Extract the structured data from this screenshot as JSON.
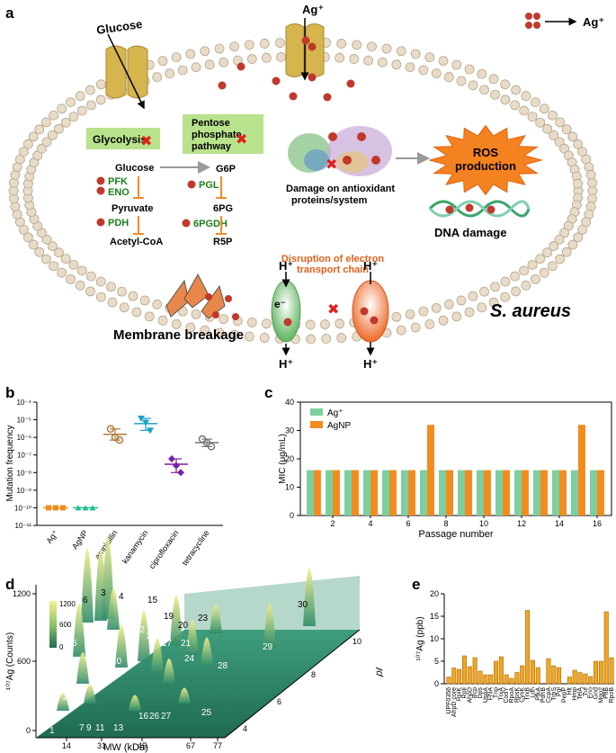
{
  "colors": {
    "membrane_head": "#e8dcc9",
    "membrane_stroke": "#b7a58c",
    "green_box": "#b9e28c",
    "green_text": "#1a7f1a",
    "orange": "#f28c28",
    "ag_red": "#c0392b",
    "ag_green": "#7bcfa0",
    "ag_orange": "#f28c1e",
    "panel_d_surface": "#2e8b6a",
    "panel_e_bar": "#f5a51f",
    "ampicillin": "#b07a3a",
    "kanamycin": "#1aa3c8",
    "ciprofloxacin": "#7a1fa2",
    "tetracycline": "#777777"
  },
  "panel_a": {
    "letter": "a",
    "glucose_label": "Glucose",
    "ag_label": "Ag⁺",
    "legend_ag": "Ag⁺",
    "glycolysis": "Glycolysis",
    "pentose": [
      "Pentose",
      "phosphate",
      "pathway"
    ],
    "glucose_node": "Glucose",
    "g6p": "G6P",
    "pfk": "PFK",
    "eno": "ENO",
    "pyruvate": "Pyruvate",
    "pdh": "PDH",
    "acetyl": "Acetyl-CoA",
    "pgl": "PGL",
    "sixpg": "6PG",
    "sixpgdh": "6PGDH",
    "r5p": "R5P",
    "damage": [
      "Damage on antioxidant",
      "proteins/system"
    ],
    "ros": [
      "ROS",
      "production"
    ],
    "dna": "DNA damage",
    "disruption": [
      "Disruption of electron",
      "transport chain"
    ],
    "hplus": "H⁺",
    "eminus": "e⁻",
    "membrane_breakage": "Membrane breakage",
    "organism": "S. aureus",
    "icons": [
      "transporter-icon",
      "protein-icon",
      "dna-icon",
      "red-x-icon",
      "shard-icon",
      "channel-icon"
    ]
  },
  "panel_b": {
    "letter": "b",
    "ylabel": "Mutation frequency",
    "yticks": [
      "10⁻⁴",
      "10⁻⁵",
      "10⁻⁶",
      "10⁻⁷",
      "10⁻⁸",
      "10⁻⁹",
      "10⁻¹⁰",
      "10⁻¹¹"
    ],
    "categories": [
      "Ag⁺",
      "AgNP",
      "ampicillin",
      "kanamycin",
      "ciprofloxacin",
      "tetracycline"
    ]
  },
  "panel_c": {
    "letter": "c",
    "ylabel": "MIC (μg/mL)",
    "xlabel": "Passage number",
    "yticks": [
      "0",
      "10",
      "20",
      "30",
      "40"
    ],
    "xticks": [
      "2",
      "4",
      "6",
      "8",
      "10",
      "12",
      "14",
      "16"
    ],
    "legend": [
      "Ag⁺",
      "AgNP"
    ]
  },
  "panel_d": {
    "letter": "d",
    "ylabel": "¹⁰⁷Ag (Counts)",
    "xlabel": "MW (kDa)",
    "zlabel": "pI",
    "yticks": [
      "1200",
      "600",
      "0"
    ],
    "xticks": [
      "14",
      "31",
      "45",
      "67",
      "77"
    ],
    "pi_ticks": [
      "4",
      "6",
      "8",
      "10"
    ],
    "colorbar": [
      "1200",
      "600",
      "0"
    ],
    "peak_labels": [
      "1",
      "2",
      "3",
      "4",
      "5",
      "6",
      "7",
      "8",
      "9",
      "10",
      "11",
      "12",
      "13",
      "14",
      "15",
      "16",
      "17",
      "19",
      "20",
      "21",
      "23",
      "24",
      "25",
      "26",
      "27",
      "28",
      "29",
      "30"
    ]
  },
  "panel_e": {
    "letter": "e",
    "ylabel": "¹⁰⁷Ag (ppb)",
    "yticks": [
      "0",
      "5",
      "10",
      "15",
      "20"
    ]
  },
  "chart_data": [
    {
      "type": "scatter",
      "panel": "b",
      "ylabel": "Mutation frequency",
      "yscale": "log",
      "ylim": [
        1e-11,
        0.0001
      ],
      "categories": [
        "Ag⁺",
        "AgNP",
        "ampicillin",
        "kanamycin",
        "ciprofloxacin",
        "tetracycline"
      ],
      "series": [
        {
          "category": "Ag⁺",
          "values": [
            1e-10,
            1e-10,
            1e-10
          ],
          "mean": 1e-10
        },
        {
          "category": "AgNP",
          "values": [
            1e-10,
            1e-10,
            1e-10
          ],
          "mean": 1e-10
        },
        {
          "category": "ampicillin",
          "values": [
            3e-06,
            1e-06,
            7e-07
          ],
          "mean": 1.5e-06
        },
        {
          "category": "kanamycin",
          "values": [
            1.2e-05,
            7e-06,
            2.5e-06
          ],
          "mean": 6e-06
        },
        {
          "category": "ciprofloxacin",
          "values": [
            6e-08,
            2.5e-08,
            1e-08
          ],
          "mean": 3e-08
        },
        {
          "category": "tetracycline",
          "values": [
            8e-07,
            5e-07,
            3e-07
          ],
          "mean": 5e-07
        }
      ]
    },
    {
      "type": "bar",
      "panel": "c",
      "ylabel": "MIC (μg/mL)",
      "xlabel": "Passage number",
      "ylim": [
        0,
        40
      ],
      "categories": [
        "1",
        "2",
        "3",
        "4",
        "5",
        "6",
        "7",
        "8",
        "9",
        "10",
        "11",
        "12",
        "13",
        "14",
        "15",
        "16"
      ],
      "series": [
        {
          "name": "Ag⁺",
          "values": [
            16,
            16,
            16,
            16,
            16,
            16,
            16,
            16,
            16,
            16,
            16,
            16,
            16,
            16,
            16,
            16
          ]
        },
        {
          "name": "AgNP",
          "values": [
            16,
            16,
            16,
            16,
            16,
            16,
            32,
            16,
            16,
            16,
            16,
            16,
            16,
            16,
            32,
            16
          ]
        }
      ]
    },
    {
      "type": "bar",
      "panel": "e",
      "ylabel": "¹⁰⁷Ag (ppb)",
      "ylim": [
        0,
        20
      ],
      "categories": [
        "UPF0356",
        "AhpD core",
        "RpiK",
        "RplI",
        "AhpD",
        "Bcp",
        "Dps",
        "UspA",
        "FhlA",
        "Tnp",
        "TrxA",
        "CodY",
        "RpoA",
        "RpsK",
        "CysK",
        "TrxB",
        "Ldh",
        "PfkA",
        "PdhB",
        "CcpA",
        "TrpS",
        "Pgl",
        "PepP",
        "Hlt",
        "Hmp",
        "TelA",
        "Tuf",
        "Eno",
        "Gnd",
        "Mqo2",
        "PflB",
        "RpoB"
      ],
      "values": [
        1.5,
        3.5,
        3.2,
        6.2,
        3.8,
        5.8,
        2.8,
        2.0,
        2.0,
        5.0,
        6.0,
        2.0,
        1.2,
        2.5,
        4.0,
        16.3,
        5.2,
        3.6,
        0,
        5.6,
        4.0,
        3.6,
        0,
        1.5,
        3.0,
        2.5,
        2.2,
        1.6,
        5.0,
        5.0,
        16.0,
        5.8
      ]
    }
  ]
}
